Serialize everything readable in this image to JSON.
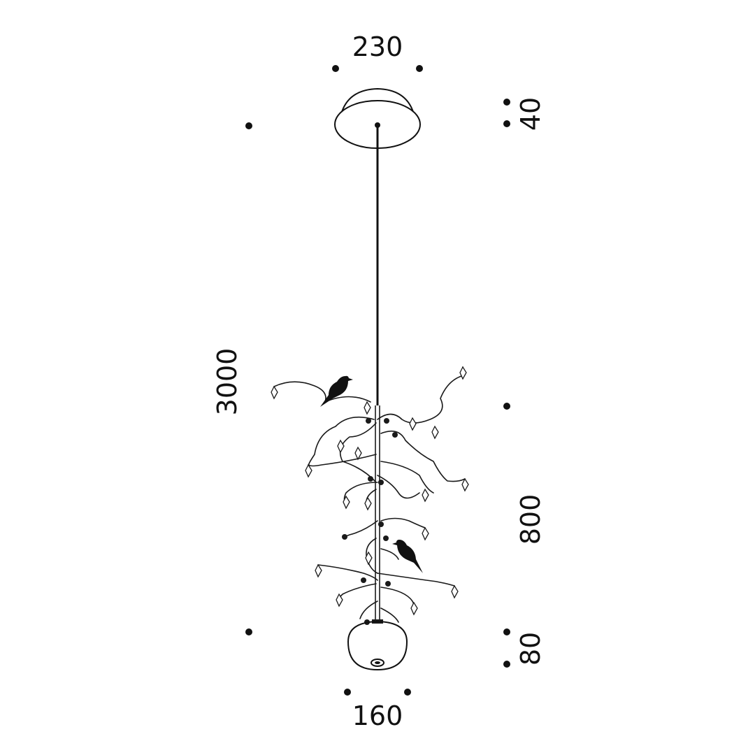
{
  "dimensions": {
    "canopy_diameter": "230",
    "canopy_height": "40",
    "total_height": "3000",
    "fixture_height": "800",
    "bowl_height": "80",
    "bowl_diameter": "160"
  },
  "colors": {
    "line": "#111111",
    "background": "#ffffff"
  }
}
